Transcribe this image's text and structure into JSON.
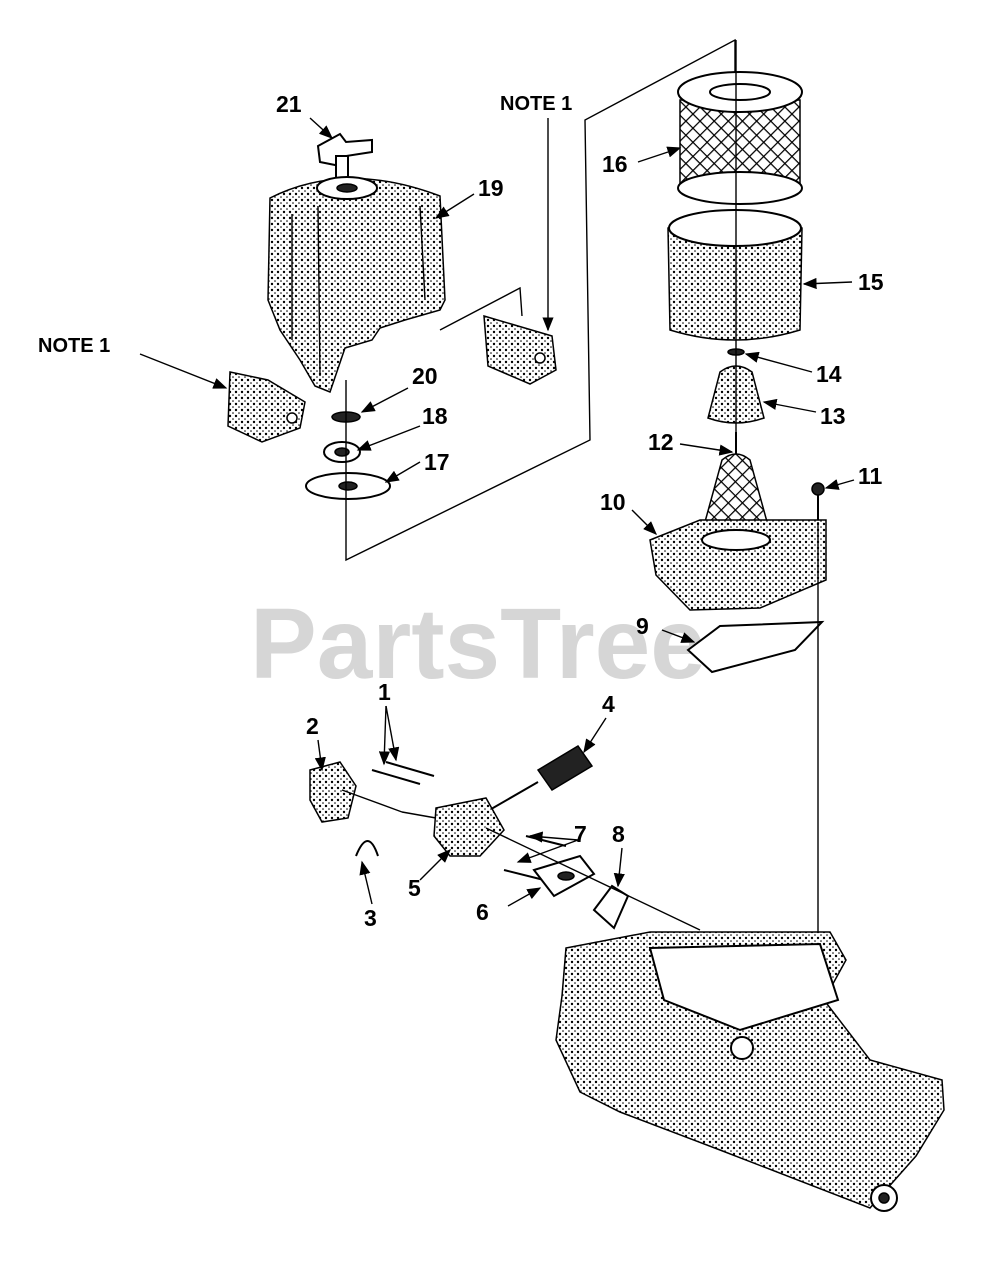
{
  "watermark": "PartsTree",
  "notes": {
    "left": "NOTE 1",
    "right": "NOTE 1"
  },
  "callouts": {
    "p1": "1",
    "p2": "2",
    "p3": "3",
    "p4": "4",
    "p5": "5",
    "p6": "6",
    "p7": "7",
    "p8": "8",
    "p9": "9",
    "p10": "10",
    "p11": "11",
    "p12": "12",
    "p13": "13",
    "p14": "14",
    "p15": "15",
    "p16": "16",
    "p17": "17",
    "p18": "18",
    "p19": "19",
    "p20": "20",
    "p21": "21"
  }
}
